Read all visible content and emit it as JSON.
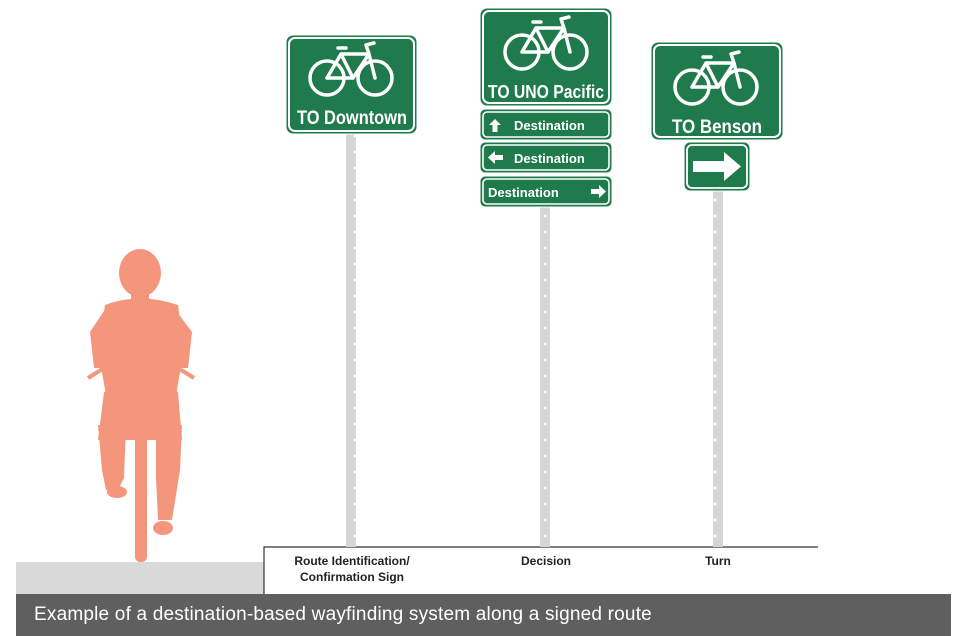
{
  "colors": {
    "sign_green": "#1f7a4c",
    "sign_border": "#ffffff",
    "post": "#d6d6d6",
    "cyclist": "#f4967c",
    "ground": "#d9d9d9",
    "caption_bg": "#5f5f5f"
  },
  "signs": {
    "route": {
      "text": "TO Downtown",
      "icon": "bicycle-icon"
    },
    "decision": {
      "text": "TO UNO Pacific",
      "icon": "bicycle-icon",
      "plaques": [
        {
          "text": "Destination",
          "arrow": "arrow-up-icon"
        },
        {
          "text": "Destination",
          "arrow": "arrow-left-icon"
        },
        {
          "text": "Destination",
          "arrow": "arrow-right-icon"
        }
      ]
    },
    "turn": {
      "text": "TO Benson",
      "icon": "bicycle-icon",
      "arrow": "arrow-right-icon"
    }
  },
  "labels": {
    "route_line1": "Route Identification/",
    "route_line2": "Confirmation Sign",
    "decision": "Decision",
    "turn": "Turn"
  },
  "caption": "Example of a destination-based wayfinding system along a signed route"
}
